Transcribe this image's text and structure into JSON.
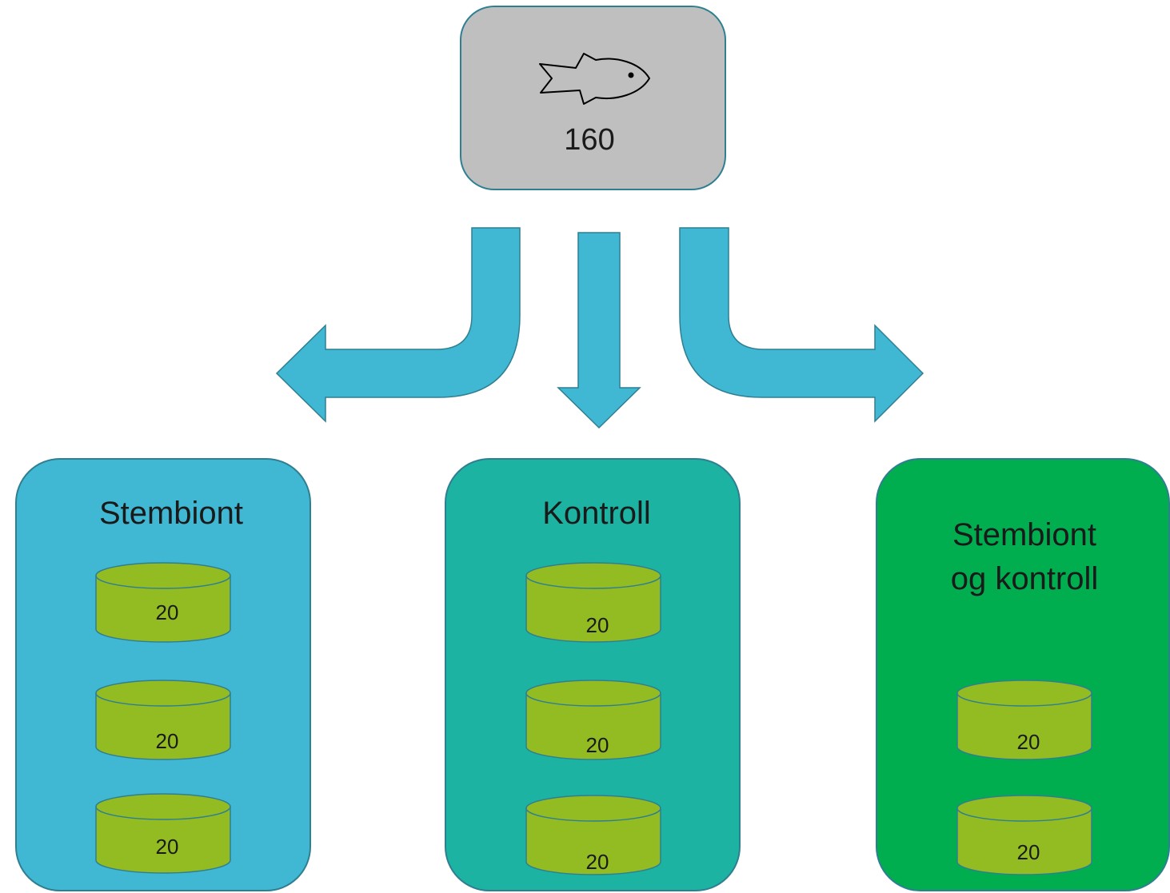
{
  "source": {
    "count": "160",
    "icon": "fish-icon",
    "fill": "#bfbfbf"
  },
  "groups": [
    {
      "id": "stembiont",
      "title_lines": [
        "Stembiont"
      ],
      "fill": "#41b8d3",
      "tanks": [
        "20",
        "20",
        "20"
      ]
    },
    {
      "id": "kontroll",
      "title_lines": [
        "Kontroll"
      ],
      "fill": "#1db3a2",
      "tanks": [
        "20",
        "20",
        "20"
      ]
    },
    {
      "id": "stembiont-og-kontroll",
      "title_lines": [
        "Stembiont",
        "og kontroll"
      ],
      "fill": "#00ad4f",
      "tanks": [
        "20",
        "20"
      ]
    }
  ],
  "colors": {
    "arrow": "#41b8d3",
    "tank": "#93bc23",
    "stroke": "#2f7f91"
  }
}
